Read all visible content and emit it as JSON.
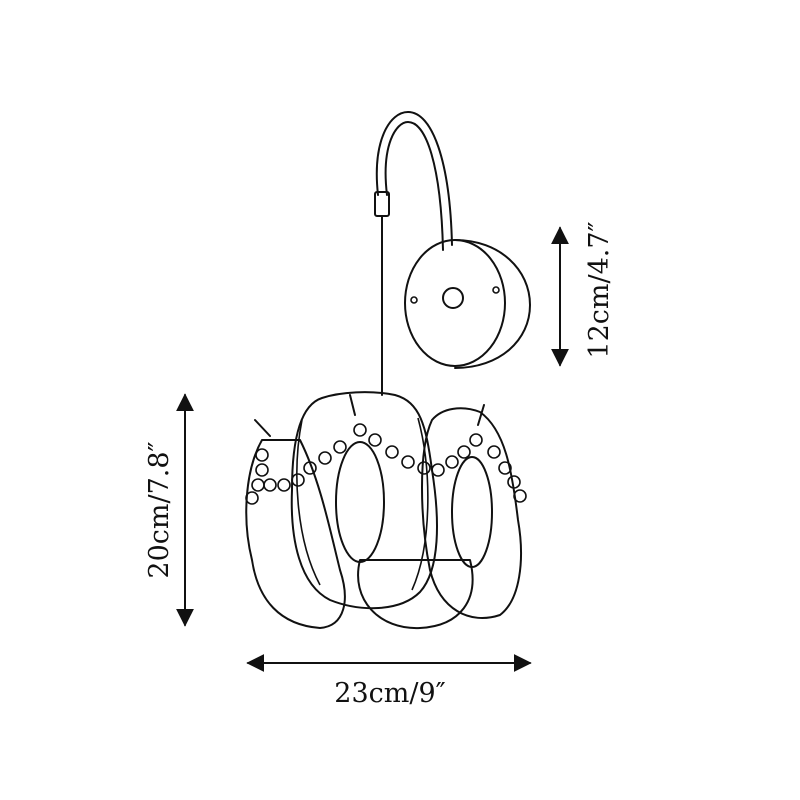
{
  "dimensions": {
    "backplate_height": "12cm/4.7″",
    "shade_height": "20cm/7.8″",
    "shade_width": "23cm/9″"
  },
  "colors": {
    "line": "#111111",
    "background": "#ffffff"
  }
}
